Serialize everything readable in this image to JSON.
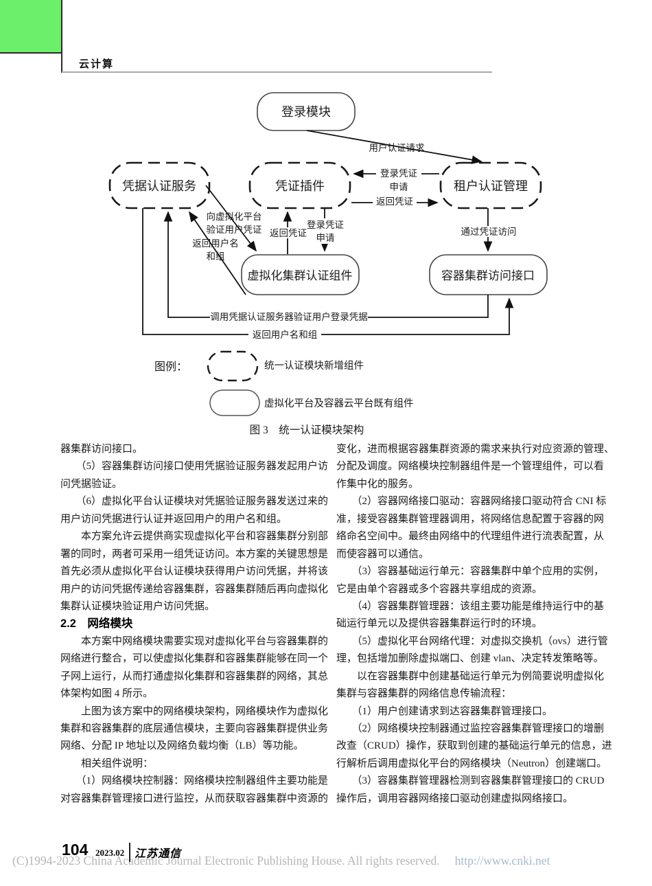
{
  "header": {
    "section_title": "云计算"
  },
  "diagram": {
    "nodes": {
      "login": "登录模块",
      "credential_service": "凭据认证服务",
      "credential_plugin": "凭证插件",
      "tenant_auth": "租户认证管理",
      "virt_cluster_auth": "虚拟化集群认证组件",
      "container_access": "容器集群访问接口"
    },
    "edges": {
      "user_auth_request": "用户认证请求",
      "login_cred_line1": "登录凭证",
      "login_cred_line2": "申请",
      "return_cred": "返回凭证",
      "verify_to_virt_line1": "向虚拟化平台",
      "verify_to_virt_line2": "验证用户凭证",
      "return_user_line1": "返回用户名",
      "return_user_line2": "和组",
      "return_cred_vertical": "返回凭证",
      "login_cred_v_line1": "登录凭证",
      "login_cred_v_line2": "申请",
      "access_via_cred": "通过凭证访问",
      "call_cred_server": "调用凭据认证服务器验证用户登录凭据",
      "return_user_group": "返回用户名和组"
    },
    "legend": {
      "label": "图例：",
      "new_component": "统一认证模块新增组件",
      "existing_component": "虚拟化平台及容器云平台既有组件"
    },
    "caption": "图 3　统一认证模块架构"
  },
  "columns": {
    "left": [
      "器集群访问接口。",
      "　　（5）容器集群访问接口使用凭据验证服务器发起用户访",
      "问凭据验证。",
      "　　（6）虚拟化平台认证模块对凭据验证服务器发送过来的",
      "用户访问凭据进行认证并返回用户的用户名和组。",
      "　　本方案允许云提供商实现虚拟化平台和容器集群分别部",
      "署的同时，两者可采用一组凭证访问。本方案的关键思想是",
      "首先必须从虚拟化平台认证模块获得用户访问凭据，并将该",
      "用户的访问凭据传递给容器集群，容器集群随后再向虚拟化",
      "集群认证模块验证用户访问凭据。",
      "2.2　网络模块",
      "　　本方案中网络模块需要实现对虚拟化平台与容器集群的",
      "网络进行整合，可以使虚拟化集群和容器集群能够在同一个",
      "子网上运行，从而打通虚拟化集群和容器集群的网络，其总",
      "体架构如图 4 所示。",
      "　　上图为该方案中的网络模块架构，网络模块作为虚拟化",
      "集群和容器集群的底层通信模块，主要向容器集群提供业务",
      "网络、分配 IP 地址以及网络负载均衡（LB）等功能。",
      "　　相关组件说明：",
      "　　（1）网络模块控制器：网络模块控制器组件主要功能是",
      "对容器集群管理接口进行监控，从而获取容器集群中资源的"
    ],
    "right": [
      "变化，进而根据容器集群资源的需求来执行对应资源的管理、",
      "分配及调度。网络模块控制器组件是一个管理组件，可以看",
      "作集中化的服务。",
      "　　（2）容器网络接口驱动：容器网络接口驱动符合 CNI 标",
      "准，接受容器集群管理器调用，将网络信息配置于容器的网",
      "络命名空间中。最终由网络中的代理组件进行流表配置，从",
      "而使容器可以通信。",
      "　　（3）容器基础运行单元：容器集群中单个应用的实例，",
      "它是由单个容器或多个容器共享组成的资源。",
      "　　（4）容器集群管理器：该组主要功能是维持运行中的基",
      "础运行单元以及提供容器集群运行时的环境。",
      "　　（5）虚拟化平台网络代理：对虚拟交换机（ovs）进行管",
      "理，包括增加删除虚拟端口、创建 vlan、决定转发策略等。",
      "　　以在容器集群中创建基础运行单元为例简要说明虚拟化",
      "集群与容器集群的网络信息传输流程：",
      "　　（1）用户创建请求到达容器集群管理接口。",
      "　　（2）网络模块控制器通过监控容器集群管理接口的增删",
      "改查（CRUD）操作，获取到创建的基础运行单元的信息，进",
      "行解析后调用虚拟化平台的网络模块（Neutron）创建端口。",
      "　　（3）容器集群管理器检测到容器集群管理接口的 CRUD",
      "操作后，调用容器网络接口驱动创建虚拟网络接口。"
    ]
  },
  "footer": {
    "page_number": "104",
    "issue": "2023.02",
    "journal_logo": "江苏通信",
    "copyright": "(C)1994-2023 China Academic Journal Electronic Publishing House. All rights reserved.",
    "url": "http://www.cnki.net"
  }
}
